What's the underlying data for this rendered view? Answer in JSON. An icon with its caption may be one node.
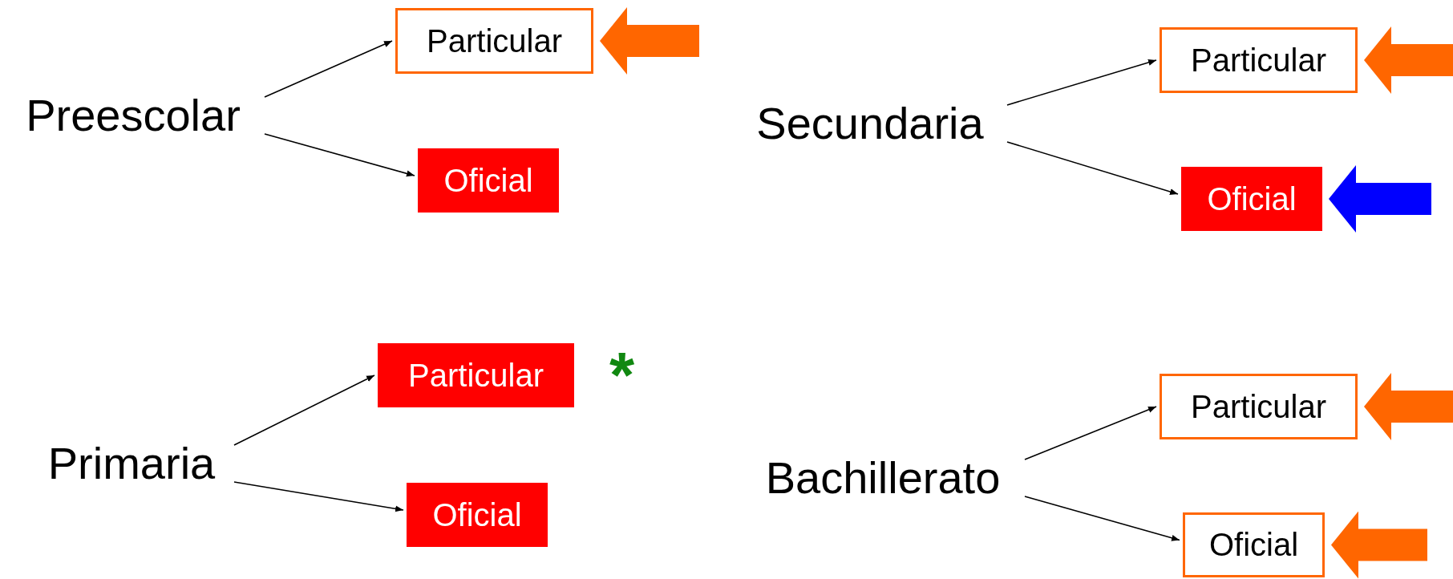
{
  "diagram": {
    "nodes": [
      {
        "text": [
          "Preescolar"
        ]
      },
      {
        "text": [
          "Particular"
        ]
      },
      {
        "text": [
          "Oficial"
        ]
      },
      {
        "text": [
          "Secundaria"
        ]
      },
      {
        "text": [
          "Particular"
        ]
      },
      {
        "text": [
          "Oficial"
        ]
      },
      {
        "text": [
          "Primaria"
        ]
      },
      {
        "text": [
          "Particular"
        ]
      },
      {
        "text": [
          "Oficial"
        ]
      },
      {
        "text": [
          "Bachillerato"
        ]
      },
      {
        "text": [
          "Particular"
        ]
      },
      {
        "text": [
          "Oficial"
        ]
      }
    ],
    "edges": [
      {
        "from": 0,
        "to": 1,
        "arrow": "to"
      },
      {
        "from": 0,
        "to": 2,
        "arrow": "to"
      },
      {
        "from": 3,
        "to": 4,
        "arrow": "to"
      },
      {
        "from": 3,
        "to": 5,
        "arrow": "to"
      },
      {
        "from": 6,
        "to": 7,
        "arrow": "to"
      },
      {
        "from": 6,
        "to": 8,
        "arrow": "to"
      },
      {
        "from": 9,
        "to": 10,
        "arrow": "to"
      },
      {
        "from": 9,
        "to": 11,
        "arrow": "to"
      },
      {
        "from": null,
        "to": 1,
        "arrow": "to",
        "style": "thick",
        "color": "#ff6600"
      },
      {
        "from": null,
        "to": 4,
        "arrow": "to",
        "style": "thick",
        "color": "#ff6600"
      },
      {
        "from": null,
        "to": 5,
        "arrow": "to",
        "style": "thick",
        "color": "#0000ff"
      },
      {
        "from": null,
        "to": 10,
        "arrow": "to",
        "style": "thick",
        "color": "#ff6600"
      },
      {
        "from": null,
        "to": 11,
        "arrow": "to",
        "style": "thick",
        "color": "#ff6600"
      }
    ],
    "labels": [
      "*"
    ]
  }
}
